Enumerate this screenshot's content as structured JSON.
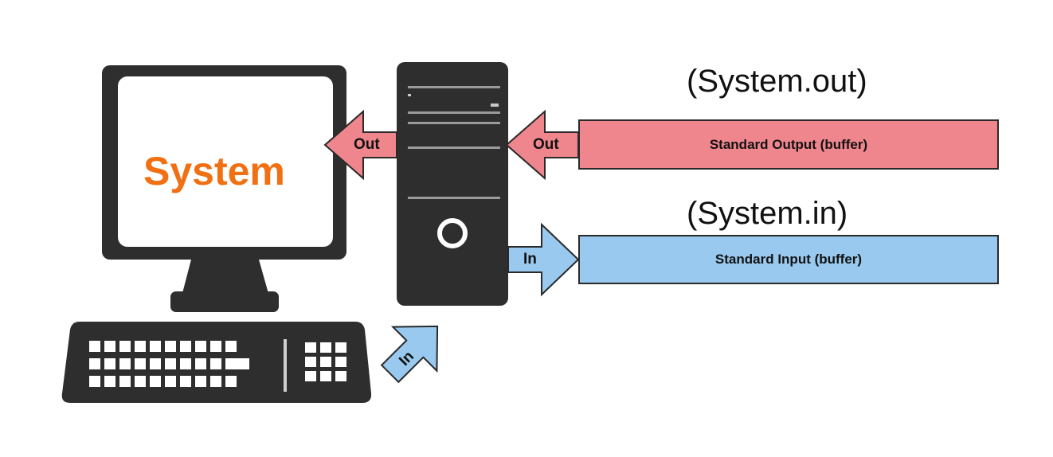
{
  "screen": {
    "label": "System",
    "label_color": "#f07013"
  },
  "captions": {
    "output": "(System.out)",
    "input": "(System.in)"
  },
  "buffers": {
    "output": {
      "label": "Standard Output (buffer)",
      "color": "#ef868d"
    },
    "input": {
      "label": "Standard Input (buffer)",
      "color": "#99c9ee"
    }
  },
  "arrows": {
    "out_to_monitor": "Out",
    "out_to_tower": "Out",
    "in_to_buffer": "In",
    "in_from_keyboard": "In"
  },
  "icons": [
    "monitor-icon",
    "tower-icon",
    "keyboard-icon"
  ]
}
